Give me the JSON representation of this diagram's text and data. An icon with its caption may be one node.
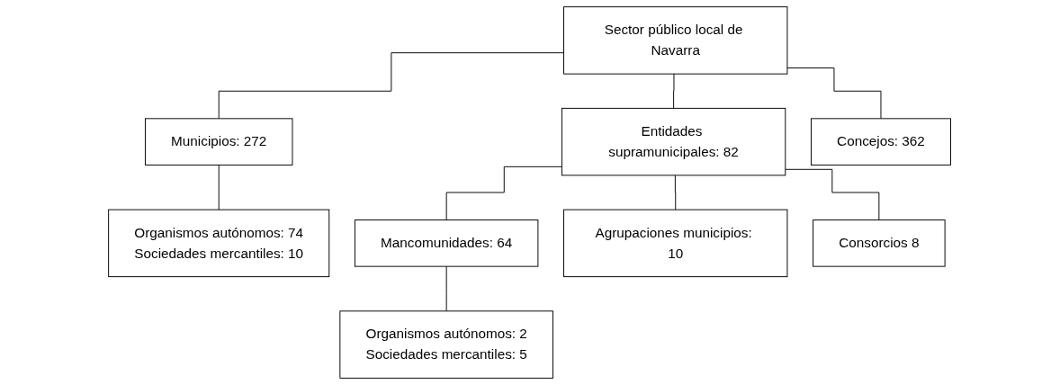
{
  "diagram": {
    "nodes": [
      {
        "text": [
          "Sector público local de Navarra"
        ]
      },
      {
        "text": [
          "Municipios: 272"
        ]
      },
      {
        "text": [
          "Entidades supramunicipales: 82"
        ]
      },
      {
        "text": [
          "Concejos: 362"
        ]
      },
      {
        "text": [
          "Organismos autónomos: 74",
          "Sociedades mercantiles: 10"
        ]
      },
      {
        "text": [
          "Mancomunidades: 64"
        ]
      },
      {
        "text": [
          "Agrupaciones municipios: 10"
        ]
      },
      {
        "text": [
          "Consorcios 8"
        ]
      },
      {
        "text": [
          "Organismos autónomos: 2",
          "Sociedades mercantiles: 5"
        ]
      }
    ],
    "edges": [
      {
        "from": 0,
        "to": 1,
        "arrow": "none"
      },
      {
        "from": 0,
        "to": 2,
        "arrow": "none"
      },
      {
        "from": 0,
        "to": 3,
        "arrow": "none"
      },
      {
        "from": 1,
        "to": 4,
        "arrow": "none"
      },
      {
        "from": 2,
        "to": 5,
        "arrow": "none"
      },
      {
        "from": 2,
        "to": 6,
        "arrow": "none"
      },
      {
        "from": 2,
        "to": 7,
        "arrow": "none"
      },
      {
        "from": 5,
        "to": 8,
        "arrow": "none"
      }
    ]
  }
}
